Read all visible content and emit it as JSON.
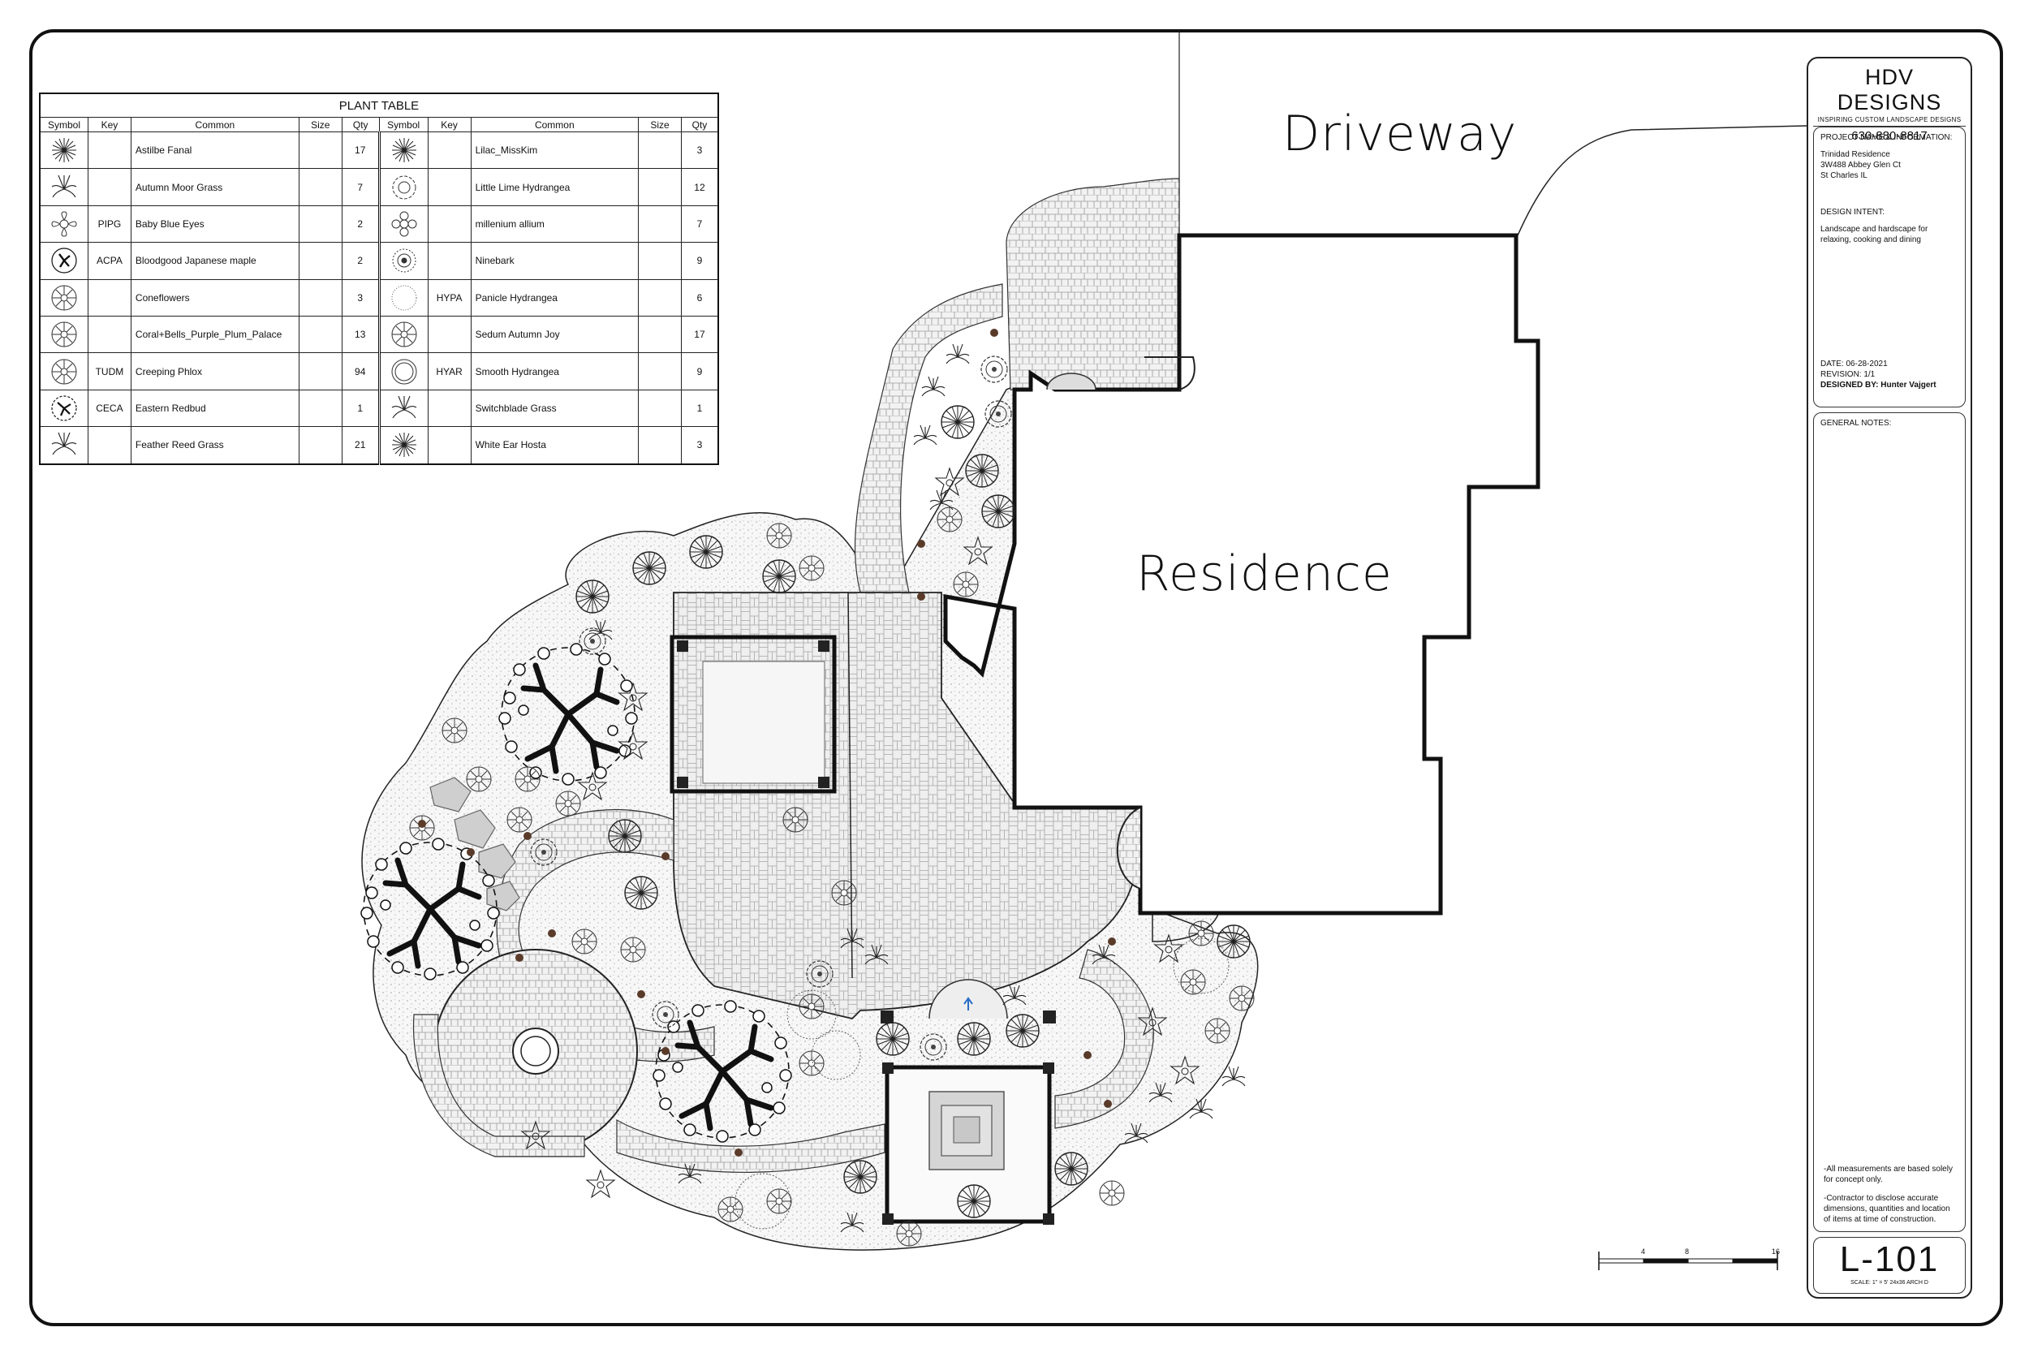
{
  "plant_table": {
    "title": "PLANT TABLE",
    "headers": [
      "Symbol",
      "Key",
      "Common",
      "Size",
      "Qty",
      "Symbol",
      "Key",
      "Common",
      "Size",
      "Qty"
    ],
    "left": [
      {
        "icon": "star-burst-icon",
        "key": "",
        "common": "Astilbe Fanal",
        "size": "",
        "qty": "17"
      },
      {
        "icon": "grass-spray-icon",
        "key": "",
        "common": "Autumn Moor Grass",
        "size": "",
        "qty": "7"
      },
      {
        "icon": "flower-outline-icon",
        "key": "PIPG",
        "common": "Baby Blue Eyes",
        "size": "",
        "qty": "2"
      },
      {
        "icon": "maple-tree-icon",
        "key": "ACPA",
        "common": "Bloodgood Japanese maple",
        "size": "",
        "qty": "2"
      },
      {
        "icon": "daisy-icon",
        "key": "",
        "common": "Coneflowers",
        "size": "",
        "qty": "3"
      },
      {
        "icon": "daisy-icon",
        "key": "",
        "common": "Coral+Bells_Purple_Plum_Palace",
        "size": "",
        "qty": "13"
      },
      {
        "icon": "daisy-icon",
        "key": "TUDM",
        "common": "Creeping Phlox",
        "size": "",
        "qty": "94"
      },
      {
        "icon": "redbud-tree-icon",
        "key": "CECA",
        "common": "Eastern Redbud",
        "size": "",
        "qty": "1"
      },
      {
        "icon": "grass-spray-icon",
        "key": "",
        "common": "Feather Reed Grass",
        "size": "",
        "qty": "21"
      }
    ],
    "right": [
      {
        "icon": "star-burst-icon",
        "key": "",
        "common": "Lilac_MissKim",
        "size": "",
        "qty": "3"
      },
      {
        "icon": "scalloped-shrub-icon",
        "key": "",
        "common": "Little Lime Hydrangea",
        "size": "",
        "qty": "12"
      },
      {
        "icon": "allium-icon",
        "key": "",
        "common": "millenium allium",
        "size": "",
        "qty": "7"
      },
      {
        "icon": "ninebark-icon",
        "key": "",
        "common": "Ninebark",
        "size": "",
        "qty": "9"
      },
      {
        "icon": "plain-circle-icon",
        "key": "HYPA",
        "common": "Panicle Hydrangea",
        "size": "",
        "qty": "6"
      },
      {
        "icon": "daisy-icon",
        "key": "",
        "common": "Sedum Autumn Joy",
        "size": "",
        "qty": "17"
      },
      {
        "icon": "double-ring-icon",
        "key": "HYAR",
        "common": "Smooth Hydrangea",
        "size": "",
        "qty": "9"
      },
      {
        "icon": "grass-spray-icon",
        "key": "",
        "common": "Switchblade Grass",
        "size": "",
        "qty": "1"
      },
      {
        "icon": "star-burst-icon",
        "key": "",
        "common": "White Ear Hosta",
        "size": "",
        "qty": "3"
      }
    ]
  },
  "plan_labels": {
    "driveway": "Driveway",
    "residence": "Residence"
  },
  "title_block": {
    "firm": "HDV DESIGNS",
    "tagline": "INSPIRING CUSTOM LANDSCAPE DESIGNS",
    "phone": "630-880-8817",
    "project_label": "PROJECT NAME & INFORMATION:",
    "project_name": "Trinidad Residence",
    "address1": "3W488 Abbey Glen Ct",
    "address2": "St Charles IL",
    "intent_label": "DESIGN INTENT:",
    "intent_text": "Landscape and hardscape for relaxing, cooking and dining",
    "date": "DATE: 06-28-2021",
    "revision": "REVISION: 1/1",
    "designed_by": "DESIGNED BY: Hunter Vajgert",
    "notes_label": "GENERAL NOTES:",
    "note1": "-All measurements are based solely for concept only.",
    "note2": "-Contractor to disclose accurate dimensions, quantities and location of items at time of construction.",
    "sheet_number": "L-101",
    "scale_text": "SCALE: 1\" = 5'  24x36 ARCH D"
  },
  "scale_bar": {
    "labels": [
      "4",
      "8",
      "16"
    ]
  }
}
